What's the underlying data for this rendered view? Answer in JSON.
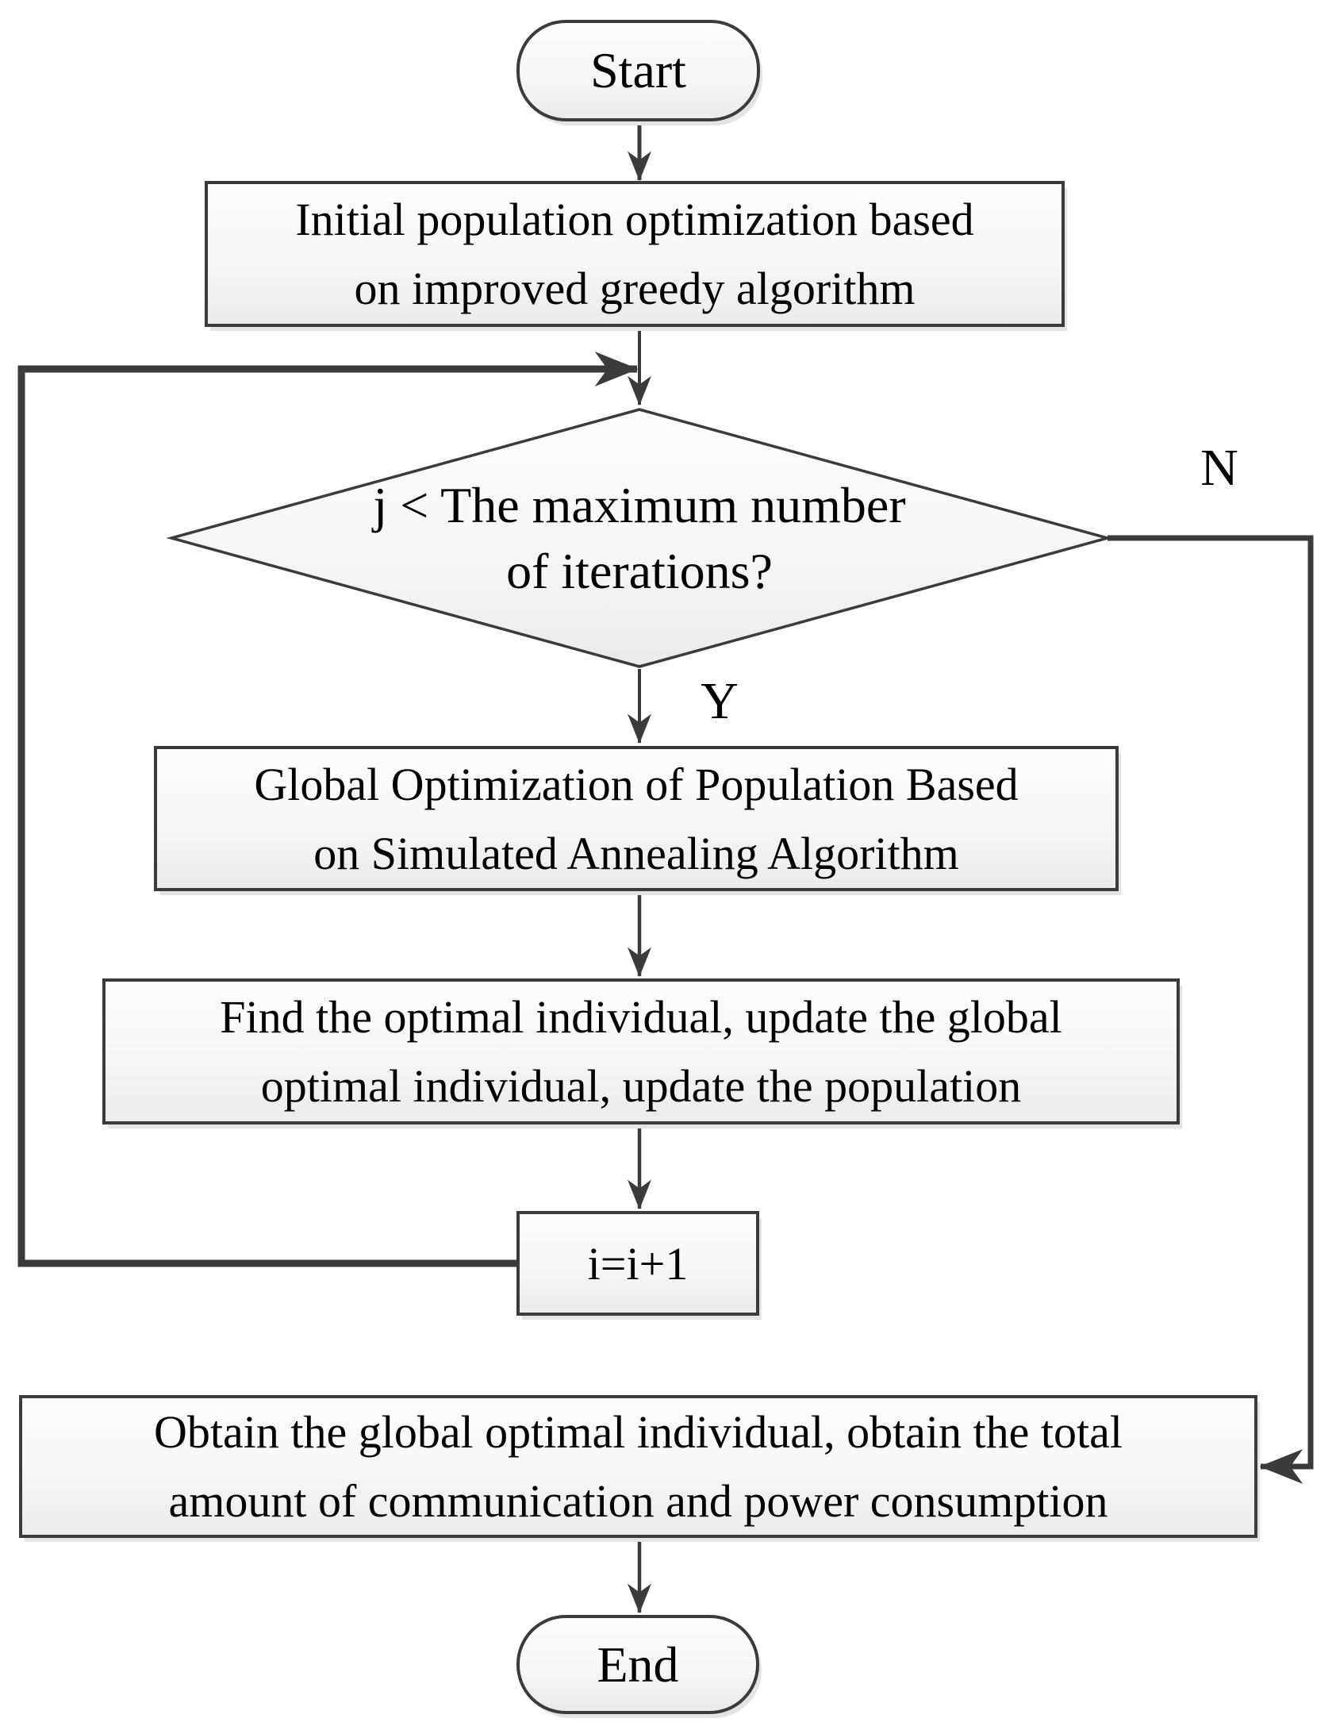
{
  "flowchart": {
    "nodes": {
      "start": "Start",
      "initial_population": "Initial population optimization based\non improved greedy algorithm",
      "iteration_check": "j < The maximum number\nof iterations?",
      "global_optimization": "Global Optimization of Population Based\non Simulated Annealing Algorithm",
      "find_optimal": "Find the optimal individual, update the global\noptimal individual, update the population",
      "increment": "i=i+1",
      "obtain_result": "Obtain the global optimal individual, obtain the total\namount of communication and power consumption",
      "end": "End"
    },
    "branch_labels": {
      "yes": "Y",
      "no": "N"
    },
    "colors": {
      "stroke": "#3b3b3b",
      "node_fill_top": "#fdfdfd",
      "node_fill_bottom": "#ebebeb",
      "text": "#000000",
      "background": "#ffffff"
    }
  }
}
